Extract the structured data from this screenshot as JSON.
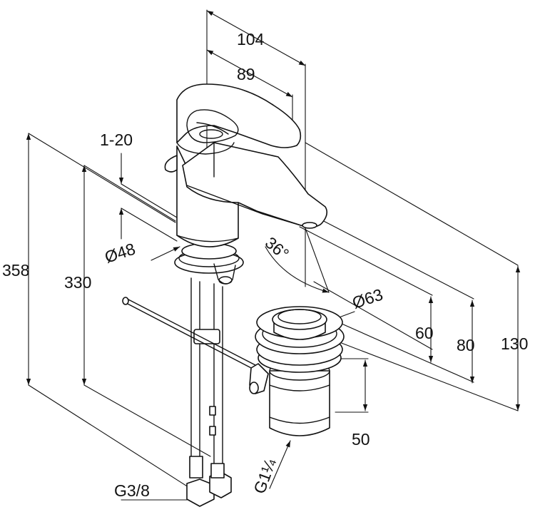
{
  "dimensions": {
    "width_total": "104",
    "spout_reach": "89",
    "clamp_range": "1-20",
    "height_total": "358",
    "height_under": "330",
    "body_diameter": "Ø48",
    "swivel_angle": "36°",
    "waste_diameter": "Ø63",
    "spout_height": "60",
    "outlet_height": "80",
    "mixer_height": "130",
    "waste_height": "50",
    "supply_thread": "G3/8",
    "waste_thread": "G1¼"
  }
}
